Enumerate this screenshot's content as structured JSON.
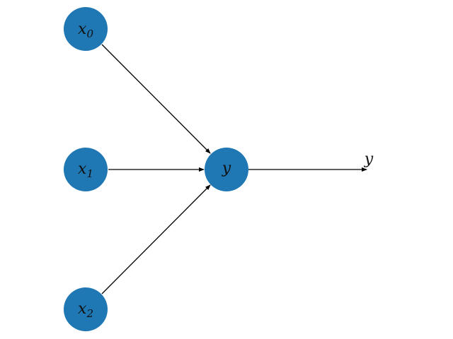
{
  "diagram": {
    "nodes": [
      {
        "id": "x0",
        "base": "x",
        "sub": "0"
      },
      {
        "id": "x1",
        "base": "x",
        "sub": "1"
      },
      {
        "id": "x2",
        "base": "x",
        "sub": "2"
      },
      {
        "id": "y",
        "base": "y",
        "sub": ""
      }
    ],
    "edges": [
      {
        "from": "x0",
        "to": "y"
      },
      {
        "from": "x1",
        "to": "y"
      },
      {
        "from": "x2",
        "to": "y"
      },
      {
        "from": "y",
        "to": "out"
      }
    ],
    "output": {
      "id": "out",
      "label": "y"
    },
    "colors": {
      "node": "#1f77b4",
      "edge": "#000000"
    }
  }
}
